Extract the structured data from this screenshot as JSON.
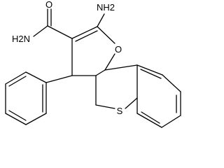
{
  "molecule": {
    "atom_labels": {
      "amide_oxygen": "O",
      "amide_nitrogen": "H2N",
      "amino_group": "NH2",
      "ring_oxygen": "O",
      "ring_sulfur": "S"
    }
  },
  "colors": {
    "bond": "#000000",
    "background": "#ffffff"
  }
}
